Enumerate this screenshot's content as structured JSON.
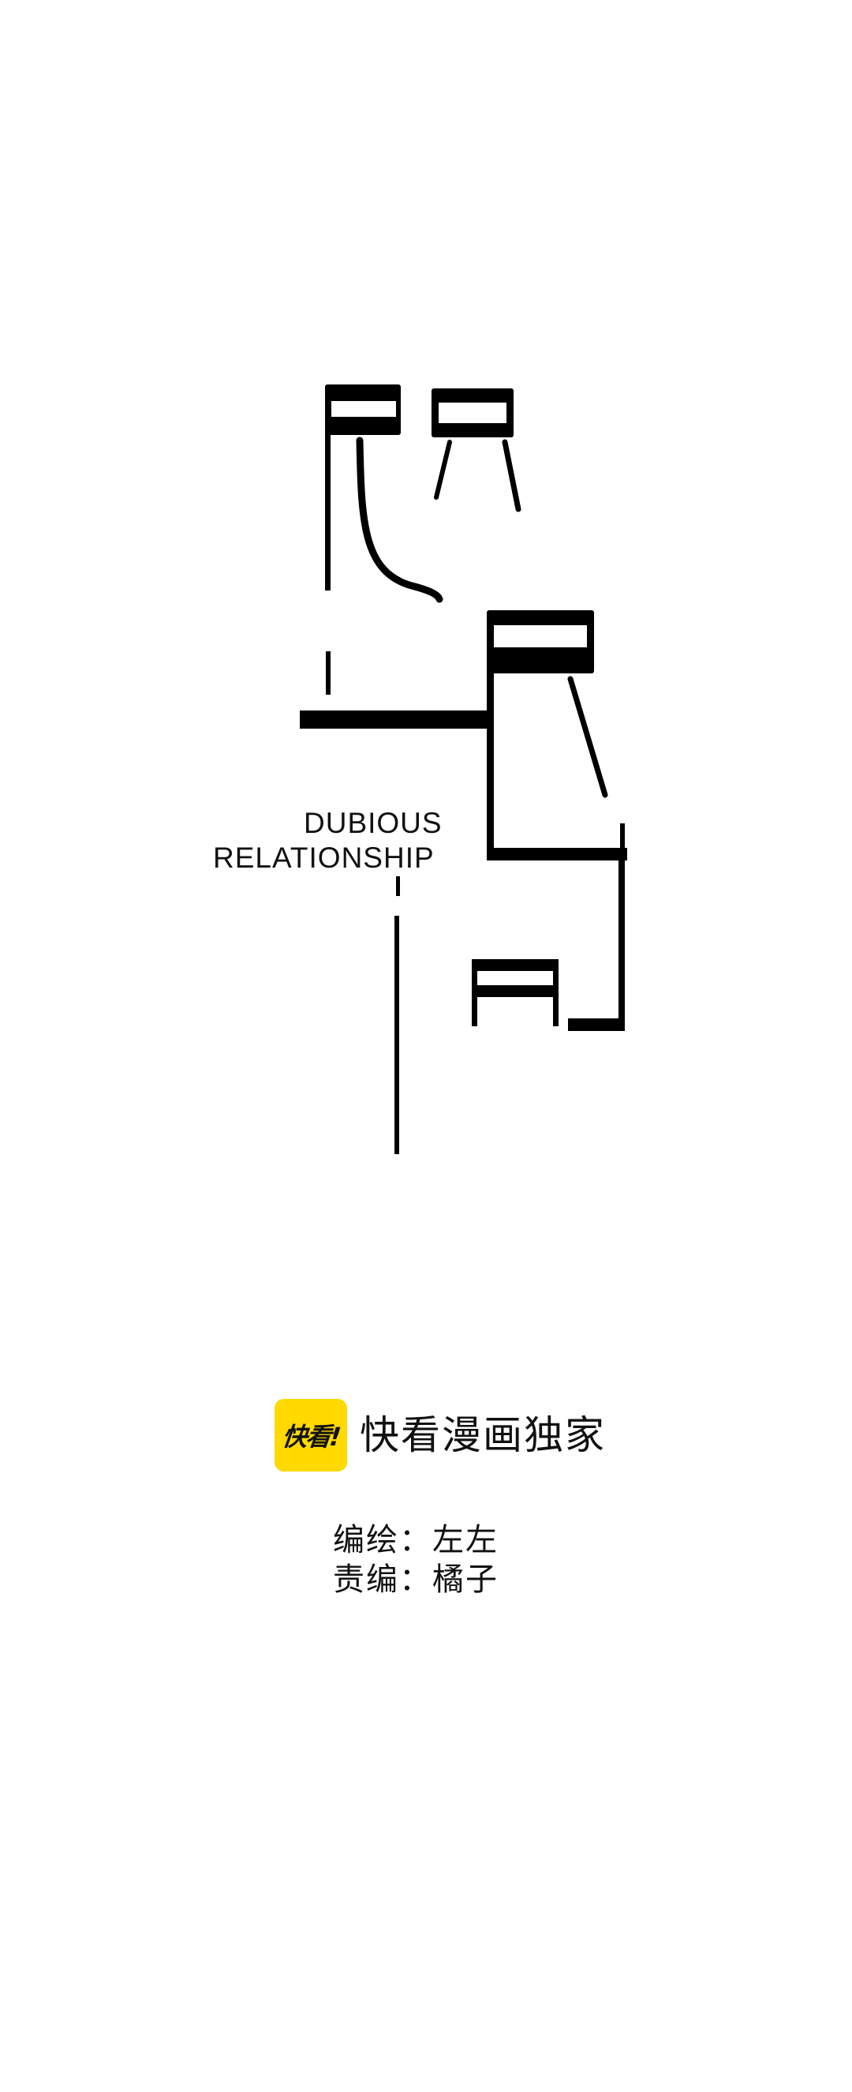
{
  "title_logo": {
    "subtitle_line1": "DUBIOUS",
    "subtitle_line2": "RELATIONSHIP",
    "icon": "stylized-chinese-title-logo"
  },
  "exclusive": {
    "app_logo_text": "快看!",
    "label": "快看漫画独家",
    "brand_color": "#ffd900"
  },
  "credits": [
    {
      "text": "编绘：左左"
    },
    {
      "text": "责编：橘子"
    }
  ]
}
